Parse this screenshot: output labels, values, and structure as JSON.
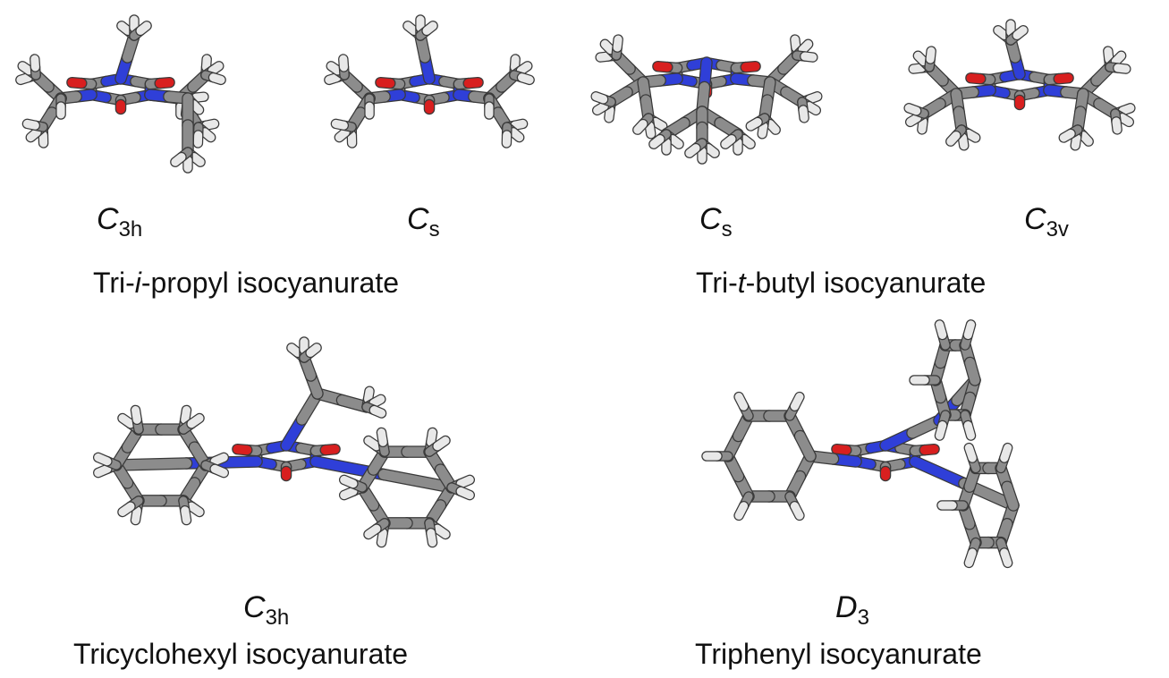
{
  "panels": [
    {
      "symmetry": {
        "main": "C",
        "sub": "3h"
      },
      "molecule": "tri-isopropyl-C3h"
    },
    {
      "symmetry": {
        "main": "C",
        "sub": "s"
      },
      "molecule": "tri-isopropyl-Cs"
    },
    {
      "symmetry": {
        "main": "C",
        "sub": "s"
      },
      "molecule": "tri-tert-butyl-Cs"
    },
    {
      "symmetry": {
        "main": "C",
        "sub": "3v"
      },
      "molecule": "tri-tert-butyl-C3v"
    },
    {
      "symmetry": {
        "main": "C",
        "sub": "3h"
      },
      "molecule": "tricyclohexyl-C3h"
    },
    {
      "symmetry": {
        "main": "D",
        "sub": "3"
      },
      "molecule": "triphenyl-D3"
    }
  ],
  "titles": {
    "tri_i_propyl": {
      "pre": "Tri-",
      "ital": "i",
      "post": "-propyl isocyanurate"
    },
    "tri_t_butyl": {
      "pre": "Tri-",
      "ital": "t",
      "post": "-butyl isocyanurate"
    },
    "tricyclohexyl": "Tricyclohexyl isocyanurate",
    "triphenyl": "Triphenyl isocyanurate"
  },
  "colors": {
    "carbon": "#8c8c8c",
    "hydrogen": "#e8e8e8",
    "nitrogen": "#2f3fd8",
    "oxygen": "#d81f1f",
    "outline": "#3a3a3a"
  }
}
